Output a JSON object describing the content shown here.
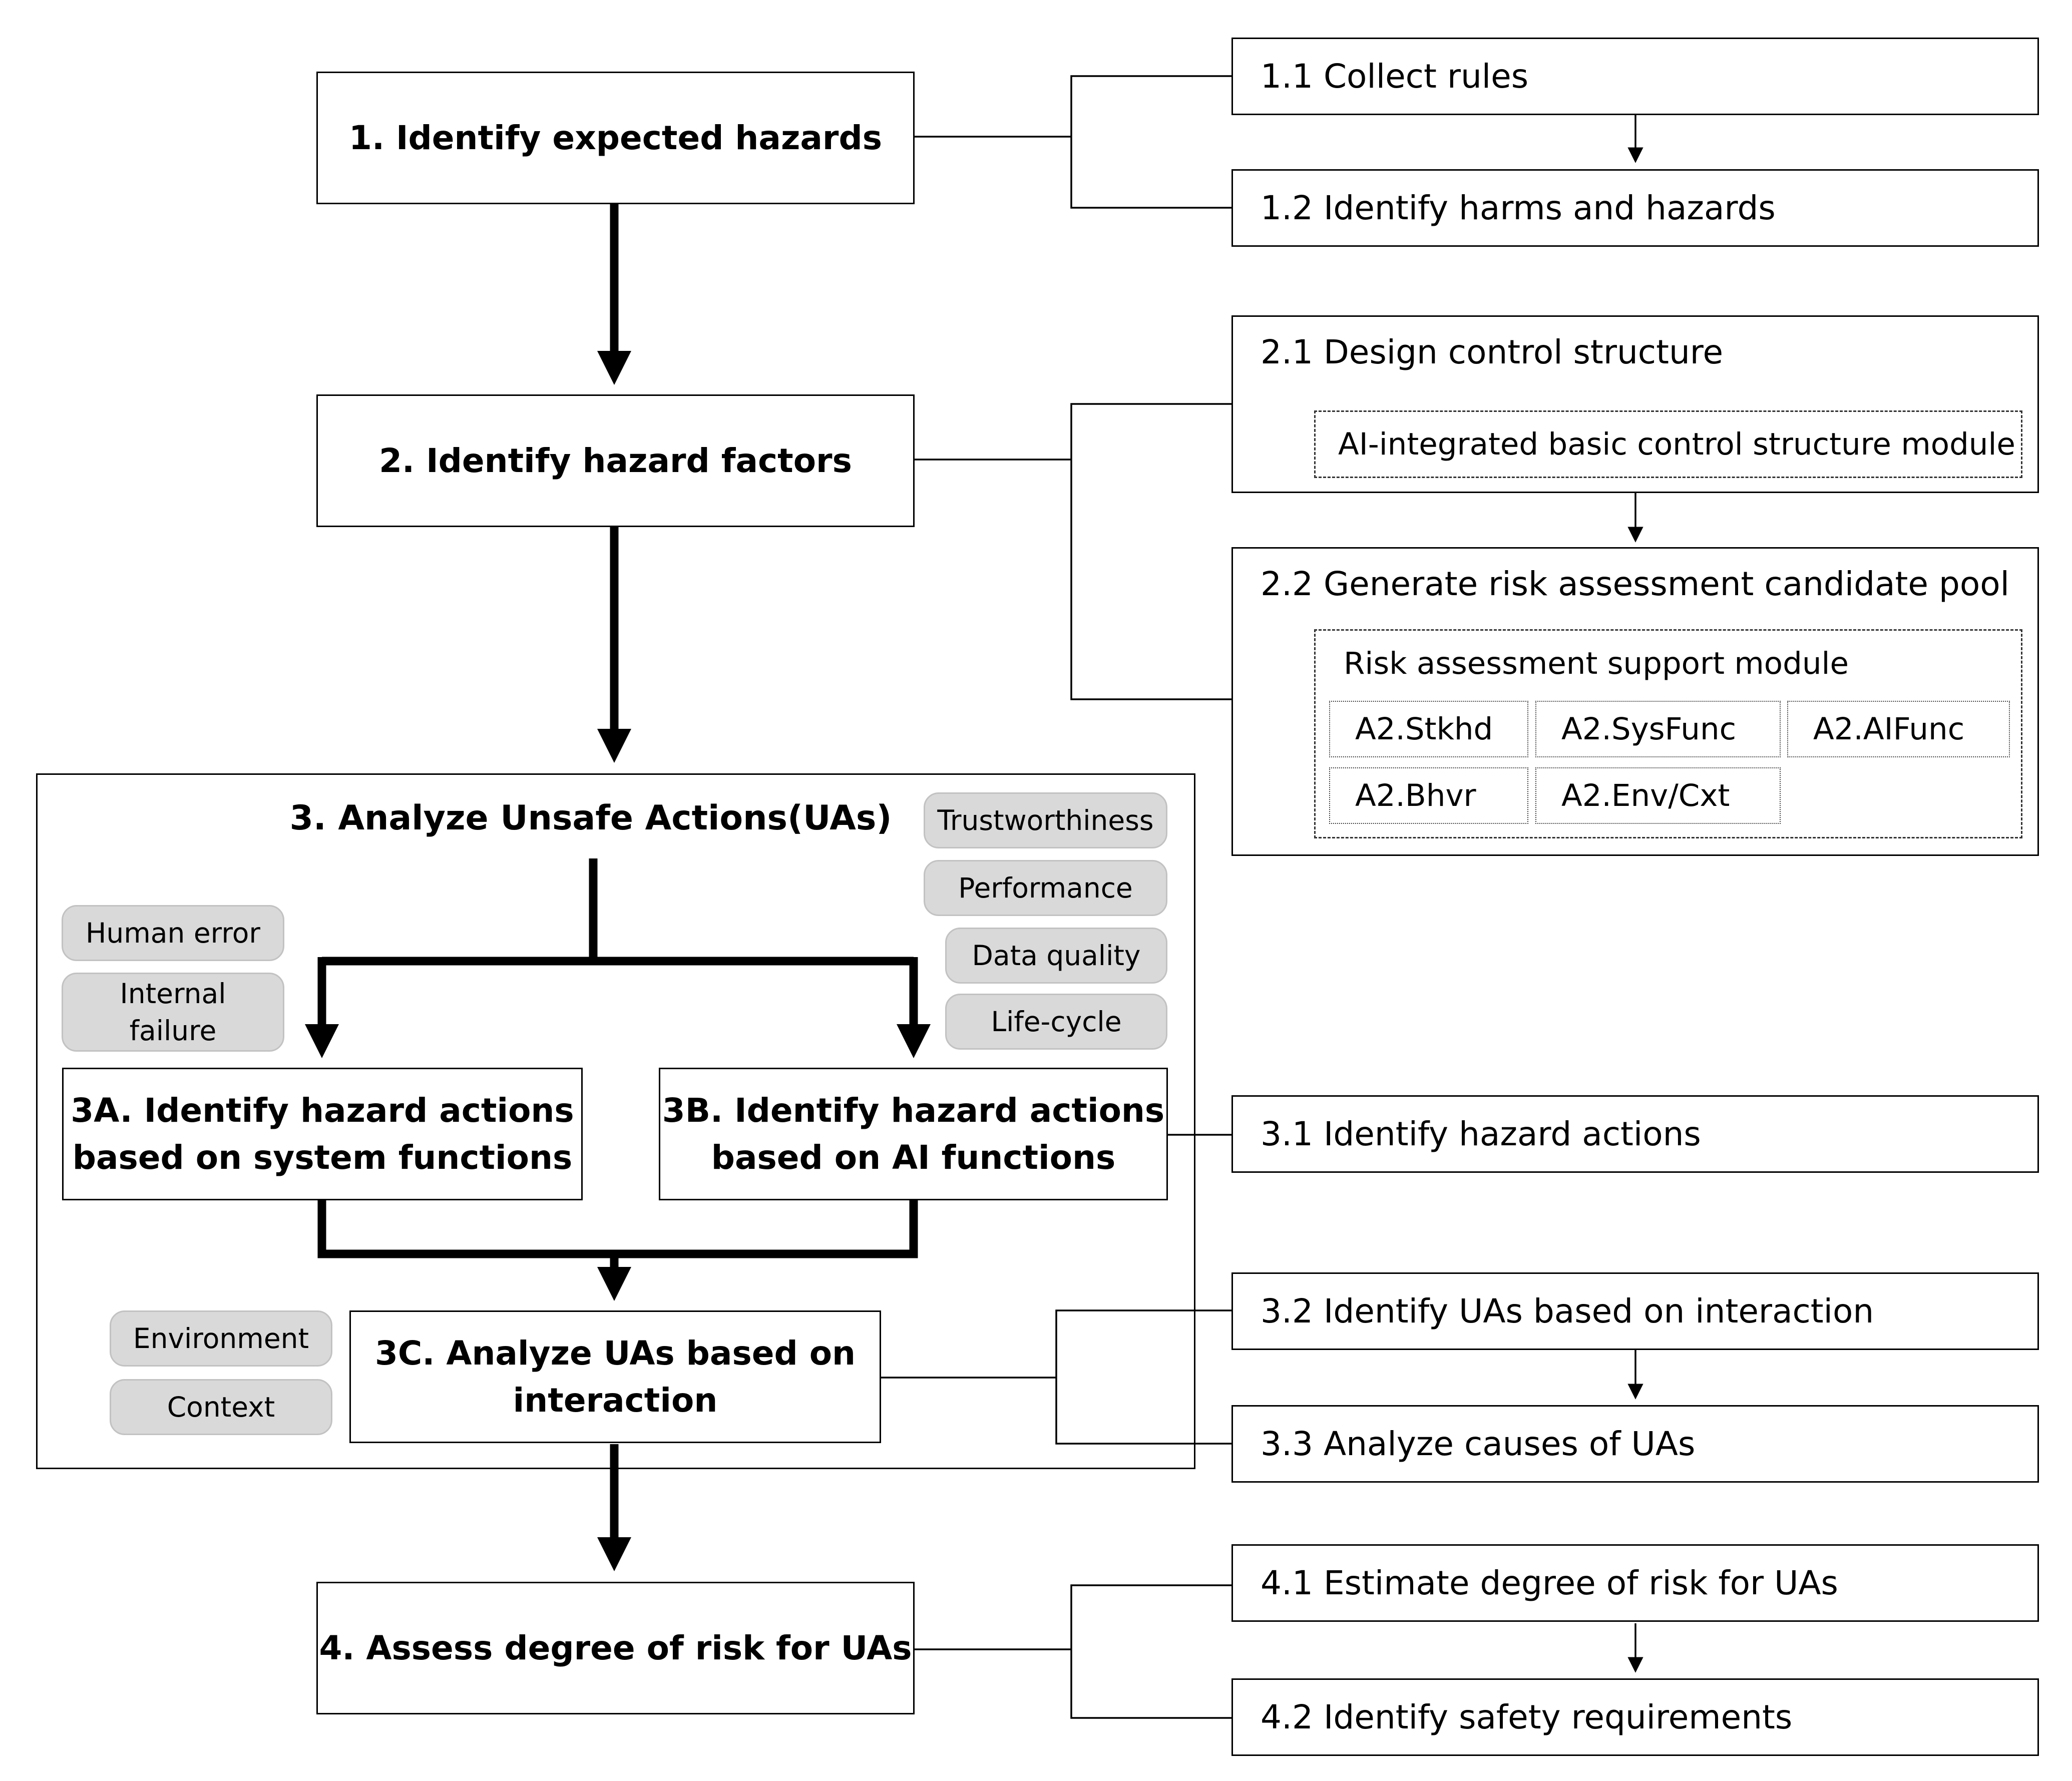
{
  "steps": {
    "s1": "1. Identify expected hazards",
    "s2": "2. Identify hazard factors",
    "s3": "3. Analyze Unsafe Actions(UAs)",
    "s3a_l1": "3A. Identify hazard actions",
    "s3a_l2": "based on system functions",
    "s3b_l1": "3B. Identify hazard actions",
    "s3b_l2": "based on AI functions",
    "s3c_l1": "3C. Analyze UAs based on",
    "s3c_l2": "interaction",
    "s4": "4. Assess degree of risk for UAs"
  },
  "substeps": {
    "s1_1": "1.1 Collect rules",
    "s1_2": "1.2 Identify harms and hazards",
    "s2_1": "2.1 Design control structure",
    "s2_1_module": "AI-integrated basic control structure module",
    "s2_2": "2.2 Generate risk assessment candidate pool",
    "s2_2_module": "Risk assessment support module",
    "s3_1": "3.1 Identify hazard actions",
    "s3_2": "3.2 Identify UAs based on interaction",
    "s3_3": "3.3 Analyze causes of UAs",
    "s4_1": "4.1 Estimate degree of risk for UAs",
    "s4_2": "4.2 Identify safety requirements"
  },
  "module_cells": [
    "A2.Stkhd",
    "A2.SysFunc",
    "A2.AIFunc",
    "A2.Bhvr",
    "A2.Env/Cxt"
  ],
  "tags": {
    "human_error": "Human error",
    "internal_failure_l1": "Internal",
    "internal_failure_l2": "failure",
    "trustworthiness": "Trustworthiness",
    "performance": "Performance",
    "data_quality": "Data quality",
    "life_cycle": "Life-cycle",
    "environment": "Environment",
    "context": "Context"
  },
  "colors": {
    "line": "#000000",
    "tag_fill": "#d9d9d9",
    "tag_border": "#c2c2c2"
  }
}
